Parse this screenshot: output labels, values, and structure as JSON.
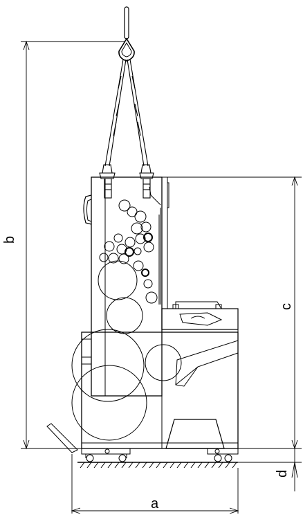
{
  "dimension_labels": {
    "a": "a",
    "b": "b",
    "c": "c",
    "d": "d"
  },
  "colors": {
    "line": "#000000",
    "background": "#ffffff"
  }
}
